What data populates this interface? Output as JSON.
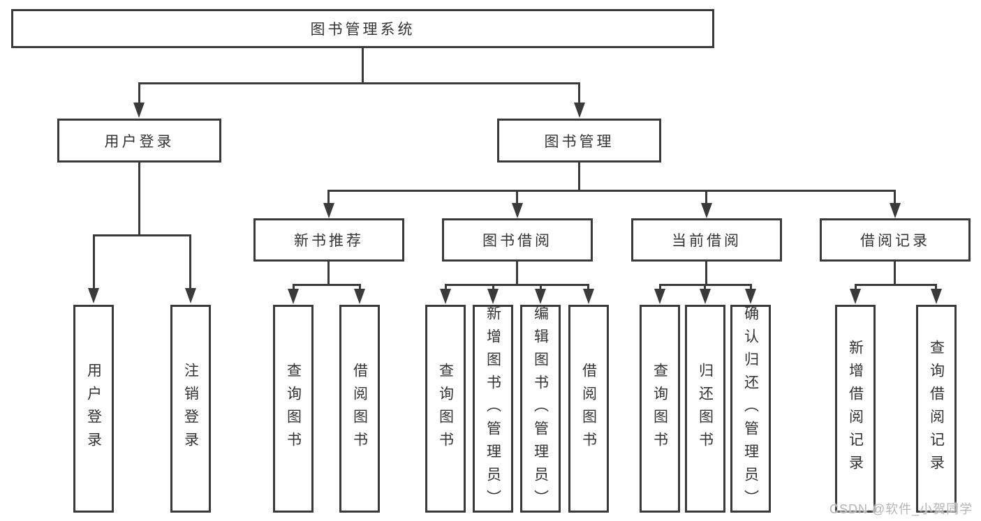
{
  "colors": {
    "line": "#3a3a3a",
    "text": "#333333",
    "watermark": "#b5b5b5",
    "background": "#ffffff"
  },
  "diagram": {
    "type": "tree",
    "root": {
      "label": "图书管理系统"
    },
    "level2": {
      "user_login": {
        "label": "用户登录"
      },
      "book_management": {
        "label": "图书管理"
      }
    },
    "level3": {
      "new_book_recommend": {
        "label": "新书推荐"
      },
      "book_borrow": {
        "label": "图书借阅"
      },
      "current_borrow": {
        "label": "当前借阅"
      },
      "borrow_record": {
        "label": "借阅记录"
      }
    },
    "leaves": {
      "user_login": [
        "用户登录",
        "注销登录"
      ],
      "new_book_recommend": [
        "查询图书",
        "借阅图书"
      ],
      "book_borrow": [
        "查询图书",
        "新增图书（管理员）",
        "编辑图书（管理员）",
        "借阅图书"
      ],
      "current_borrow": [
        "查询图书",
        "归还图书",
        "确认归还（管理员）"
      ],
      "borrow_record": [
        "新增借阅记录",
        "查询借阅记录"
      ]
    }
  },
  "watermark": "CSDN @软件_小贺同学"
}
